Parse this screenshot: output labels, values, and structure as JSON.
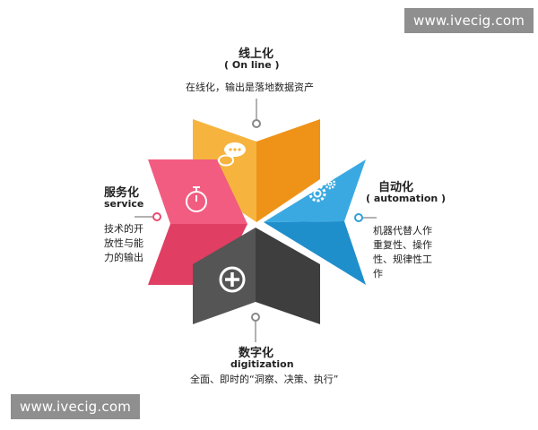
{
  "watermark": {
    "top": "www.ivecig.com",
    "bottom": "www.ivecig.com"
  },
  "online": {
    "title": "线上化",
    "subtitle": "( On line )",
    "desc": "在线化，输出是落地数据资产",
    "color": "#f2a22a",
    "icon": "chat-bubbles-icon"
  },
  "automation": {
    "title": "自动化",
    "subtitle": "( automation )",
    "desc": [
      "机器代替人作",
      "重复性、操作",
      "性、规律性工",
      "作"
    ],
    "color": "#2e9fd8",
    "icon": "gears-icon"
  },
  "service": {
    "title": "服务化",
    "subtitle": "service",
    "desc": [
      "技术的开",
      "放性与能",
      "力的输出"
    ],
    "color": "#ea4a6f",
    "icon": "stopwatch-icon"
  },
  "digitization": {
    "title": "数字化",
    "subtitle": "digitization",
    "desc": "全面、即时的“洞察、决策、执行”",
    "color": "#4a4a4a",
    "icon": "plus-circle-icon"
  }
}
